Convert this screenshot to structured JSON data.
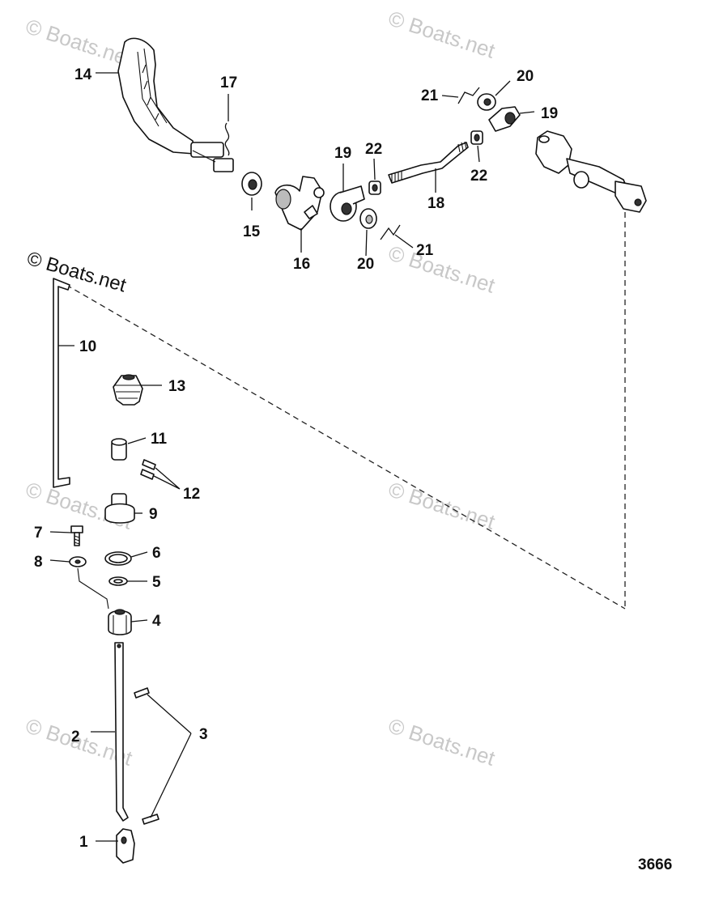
{
  "copyright": "© Boats.net",
  "watermark": "© Boats.net",
  "drawing_number": "3666",
  "callouts": [
    "1",
    "2",
    "3",
    "4",
    "5",
    "6",
    "7",
    "8",
    "9",
    "10",
    "11",
    "12",
    "13",
    "14",
    "15",
    "16",
    "17",
    "18",
    "19",
    "19",
    "20",
    "20",
    "21",
    "21",
    "22",
    "22"
  ],
  "colors": {
    "ink": "#111111",
    "watermark": "#c8c8c8",
    "background": "#ffffff"
  }
}
